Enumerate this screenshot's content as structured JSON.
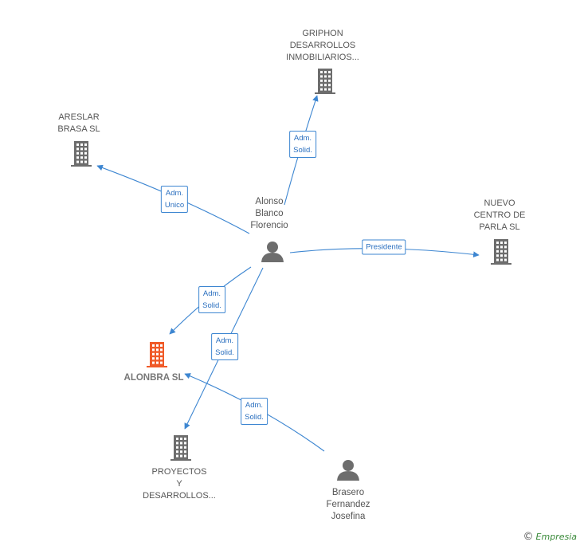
{
  "nodes": [
    {
      "id": "alonso",
      "kind": "person",
      "lines": [
        "Alonso",
        "Blanco",
        "Florencio"
      ],
      "color": "#6d6d6d"
    },
    {
      "id": "brasero",
      "kind": "person",
      "lines": [
        "Brasero",
        "Fernandez",
        "Josefina"
      ],
      "color": "#6d6d6d"
    },
    {
      "id": "griphon",
      "kind": "company",
      "lines": [
        "GRIPHON",
        "DESARROLLOS",
        "INMOBILIARIOS..."
      ],
      "color": "#6d6d6d"
    },
    {
      "id": "areslar",
      "kind": "company",
      "lines": [
        "ARESLAR",
        "BRASA SL"
      ],
      "color": "#6d6d6d"
    },
    {
      "id": "nuevo",
      "kind": "company",
      "lines": [
        "NUEVO",
        "CENTRO DE",
        "PARLA SL"
      ],
      "color": "#6d6d6d"
    },
    {
      "id": "alonbra",
      "kind": "company",
      "lines": [
        "ALONBRA SL"
      ],
      "color": "#f05a28",
      "focus": true
    },
    {
      "id": "proyectos",
      "kind": "company",
      "lines": [
        "PROYECTOS",
        "Y",
        "DESARROLLOS..."
      ],
      "color": "#6d6d6d"
    }
  ],
  "edges": [
    {
      "from": "alonso",
      "to": "griphon",
      "label": [
        "Adm.",
        "Solid."
      ]
    },
    {
      "from": "alonso",
      "to": "areslar",
      "label": [
        "Adm.",
        "Unico"
      ]
    },
    {
      "from": "alonso",
      "to": "nuevo",
      "label": [
        "Presidente"
      ]
    },
    {
      "from": "alonso",
      "to": "alonbra",
      "label": [
        "Adm.",
        "Solid."
      ]
    },
    {
      "from": "alonso",
      "to": "proyectos",
      "label": [
        "Adm.",
        "Solid."
      ]
    },
    {
      "from": "brasero",
      "to": "alonbra",
      "label": [
        "Adm.",
        "Solid."
      ]
    }
  ],
  "colors": {
    "edge": "#3d86d1",
    "label_text": "#2a6fbf",
    "node_text": "#555555"
  },
  "brand": {
    "symbol": "©",
    "name": "Empresia"
  }
}
